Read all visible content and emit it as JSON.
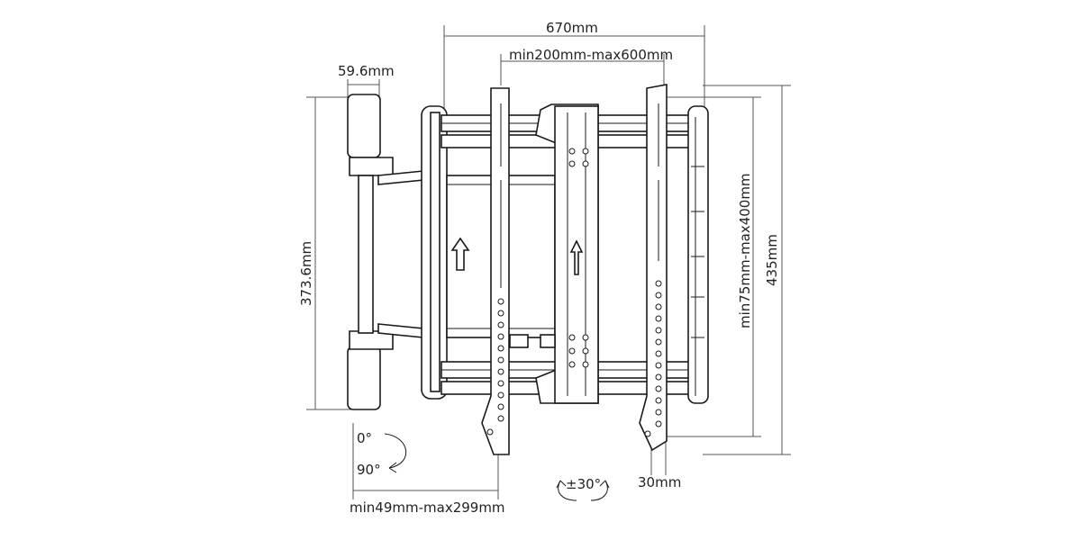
{
  "dimensions": {
    "overall_width": "670mm",
    "vesa_horizontal": "min200mm-max600mm",
    "wall_plate_width": "59.6mm",
    "wall_plate_height": "373.6mm",
    "vesa_vertical": "min75mm-max400mm",
    "overall_height": "435mm",
    "arm_rotation_start": "0°",
    "arm_rotation_end": "90°",
    "tilt_range": "±30°",
    "bracket_depth": "30mm",
    "extension_range": "min49mm-max299mm"
  },
  "colors": {
    "outline": "#1a1a1a",
    "dimension_line": "#555555",
    "background": "#ffffff"
  }
}
